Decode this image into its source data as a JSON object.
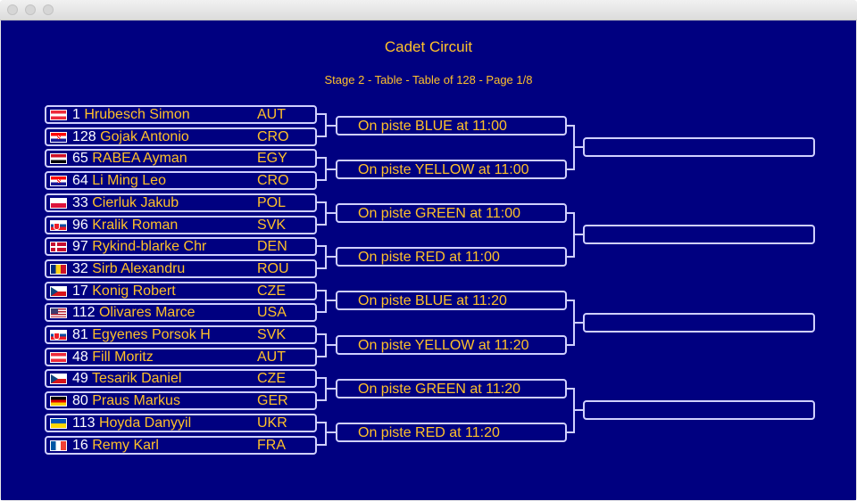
{
  "page": {
    "title": "Cadet Circuit",
    "subtitle": "Stage 2 - Table - Table of 128 - Page 1/8"
  },
  "fencers": [
    {
      "seed": "1",
      "name": "Hrubesch Simon",
      "country": "AUT",
      "flag": "aut-flag-icon"
    },
    {
      "seed": "128",
      "name": "Gojak Antonio",
      "country": "CRO",
      "flag": "cro-flag-icon"
    },
    {
      "seed": "65",
      "name": "RABEA Ayman",
      "country": "EGY",
      "flag": "egy-flag-icon"
    },
    {
      "seed": "64",
      "name": "Li Ming Leo",
      "country": "CRO",
      "flag": "cro-flag-icon"
    },
    {
      "seed": "33",
      "name": "Cierluk Jakub",
      "country": "POL",
      "flag": "pol-flag-icon"
    },
    {
      "seed": "96",
      "name": "Kralik Roman",
      "country": "SVK",
      "flag": "svk-flag-icon"
    },
    {
      "seed": "97",
      "name": "Rykind-blarke Chr",
      "country": "DEN",
      "flag": "den-flag-icon"
    },
    {
      "seed": "32",
      "name": "Sirb Alexandru",
      "country": "ROU",
      "flag": "rou-flag-icon"
    },
    {
      "seed": "17",
      "name": "Konig Robert",
      "country": "CZE",
      "flag": "cze-flag-icon"
    },
    {
      "seed": "112",
      "name": "Olivares Marce",
      "country": "USA",
      "flag": "usa-flag-icon"
    },
    {
      "seed": "81",
      "name": "Egyenes Porsok H",
      "country": "SVK",
      "flag": "svk-flag-icon"
    },
    {
      "seed": "48",
      "name": "Fill Moritz",
      "country": "AUT",
      "flag": "aut-flag-icon"
    },
    {
      "seed": "49",
      "name": "Tesarik Daniel",
      "country": "CZE",
      "flag": "cze-flag-icon"
    },
    {
      "seed": "80",
      "name": "Praus Markus",
      "country": "GER",
      "flag": "ger-flag-icon"
    },
    {
      "seed": "113",
      "name": "Hoyda Danyyil",
      "country": "UKR",
      "flag": "ukr-flag-icon"
    },
    {
      "seed": "16",
      "name": "Remy Karl",
      "country": "FRA",
      "flag": "fra-flag-icon"
    }
  ],
  "matches": [
    {
      "label": "On piste BLUE at 11:00"
    },
    {
      "label": "On piste YELLOW at 11:00"
    },
    {
      "label": "On piste GREEN at 11:00"
    },
    {
      "label": "On piste RED at 11:00"
    },
    {
      "label": "On piste BLUE at 11:20"
    },
    {
      "label": "On piste YELLOW at 11:20"
    },
    {
      "label": "On piste GREEN at 11:20"
    },
    {
      "label": "On piste RED at 11:20"
    }
  ],
  "next_round": [
    {
      "label": ""
    },
    {
      "label": ""
    },
    {
      "label": ""
    },
    {
      "label": ""
    }
  ],
  "colors": {
    "background": "#000080",
    "accent": "#ffc12a",
    "border": "#d0d0ff",
    "seed_text": "#ffffff"
  }
}
